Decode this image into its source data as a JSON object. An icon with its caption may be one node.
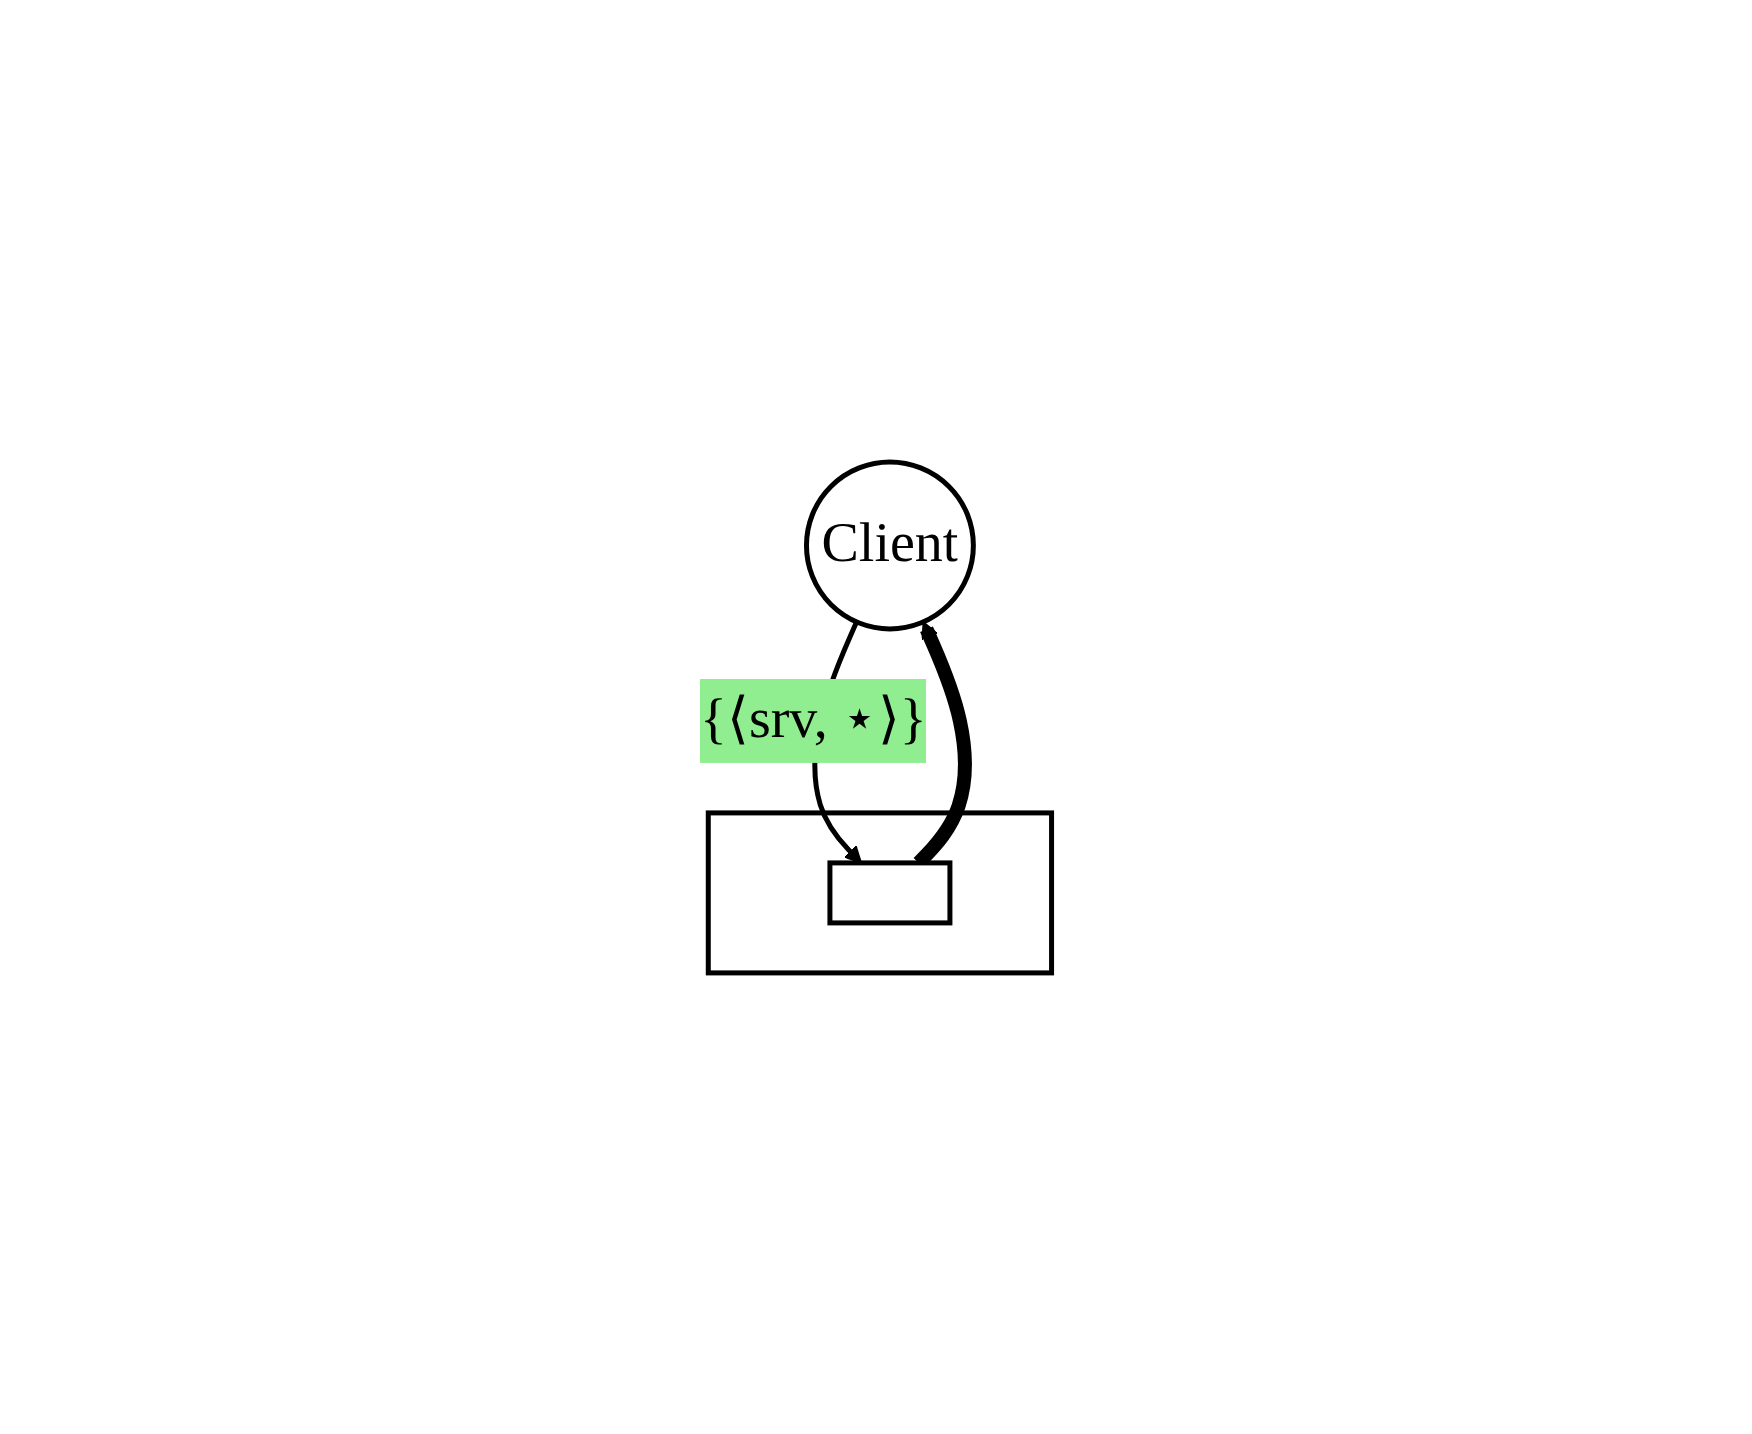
{
  "diagram": {
    "nodes": [
      {
        "text": [
          "Client"
        ]
      },
      {
        "text": [],
        "shape": "box"
      },
      {
        "text": [],
        "shape": "box",
        "in": 1
      }
    ],
    "edges": [
      {
        "from": 2,
        "to": 0,
        "arrow": "to",
        "style": "thick"
      },
      {
        "from": 0,
        "to": 2,
        "arrow": "to",
        "label": "{⟨srv, ⋆⟩}"
      }
    ]
  }
}
